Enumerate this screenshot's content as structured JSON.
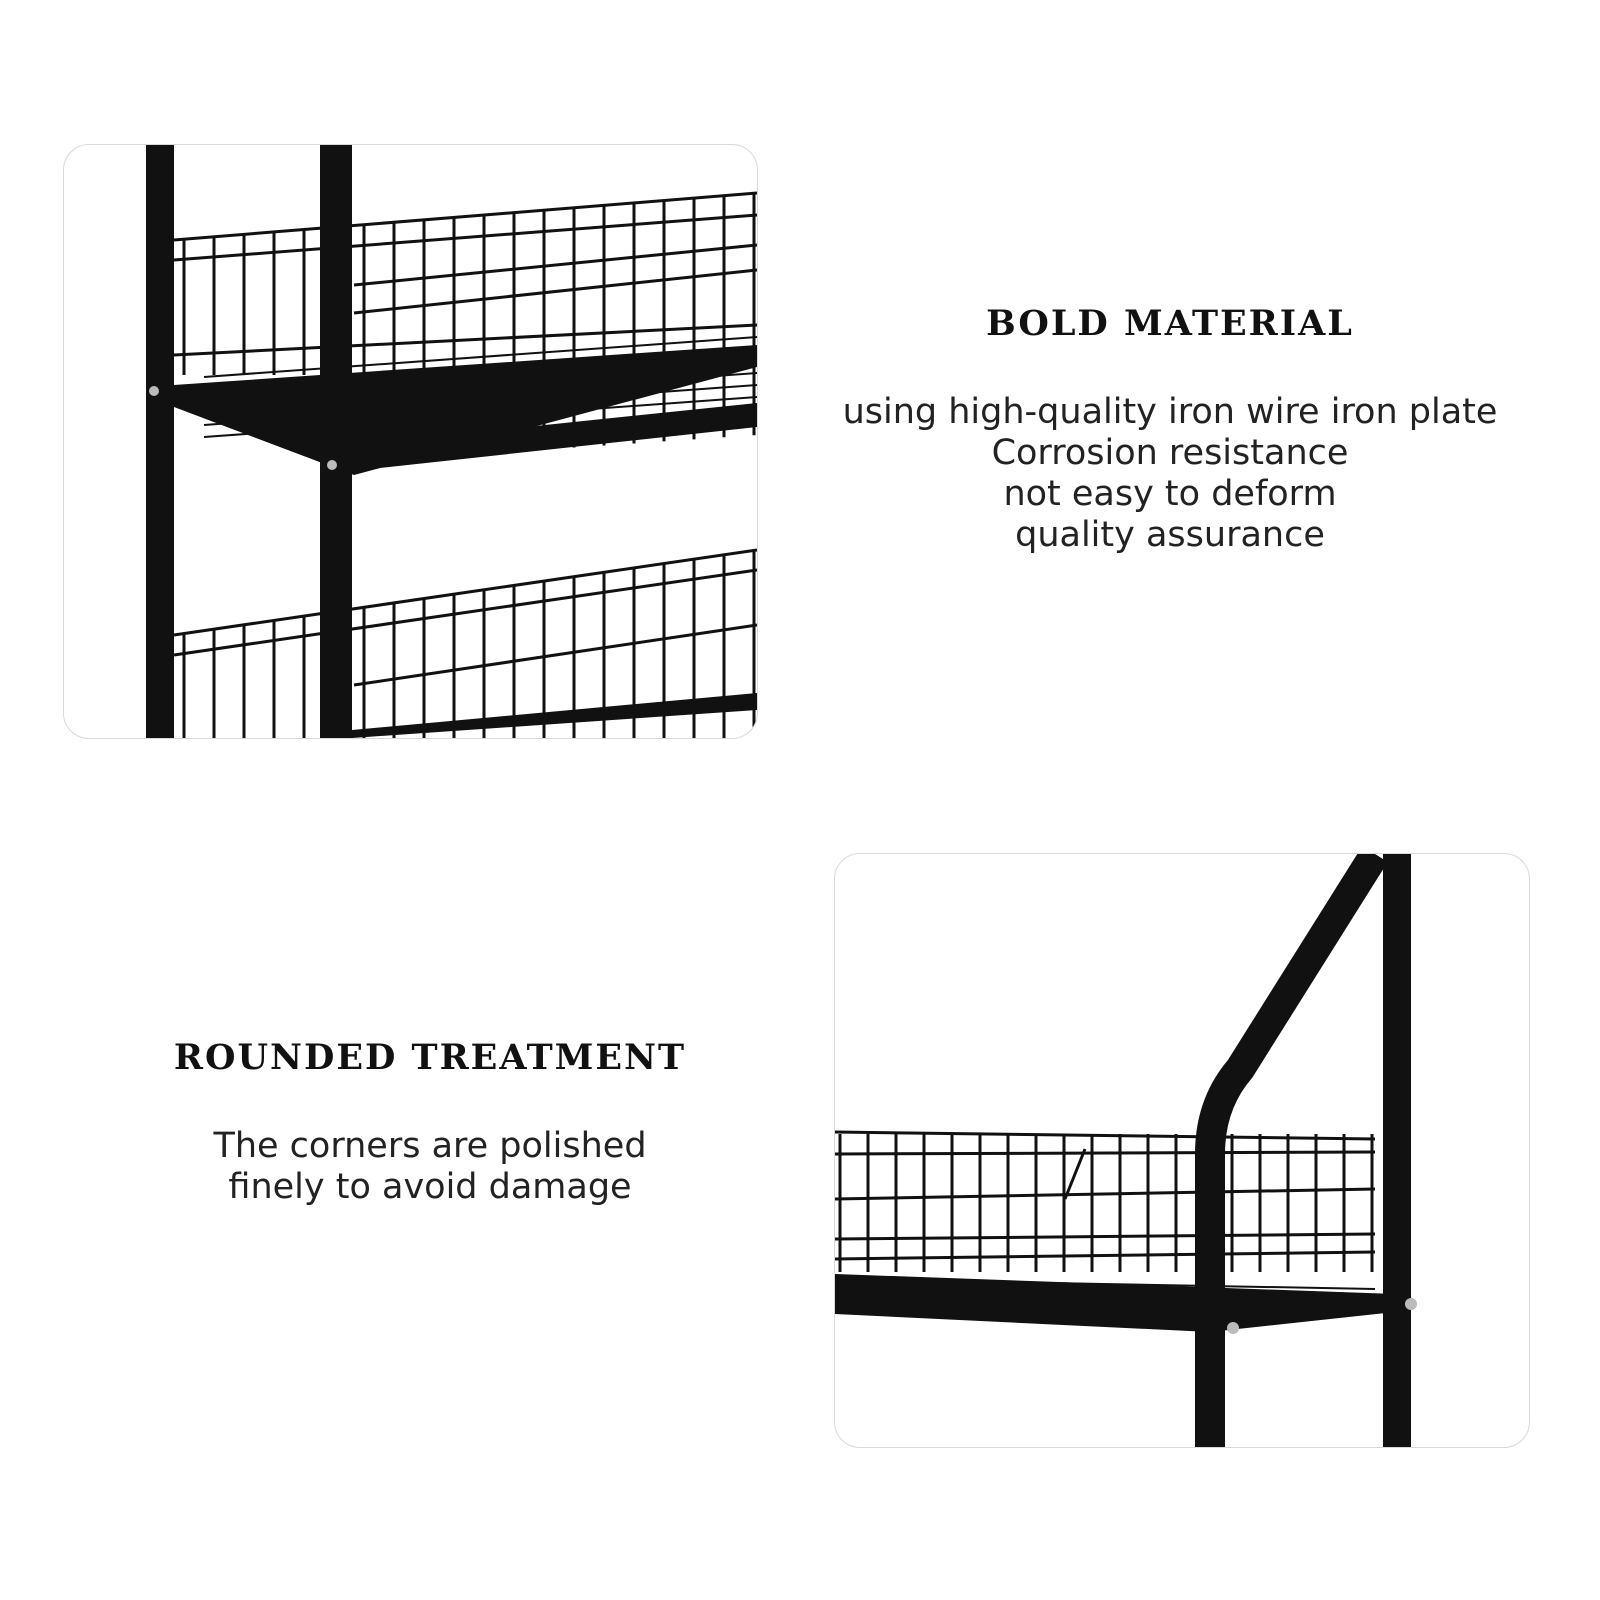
{
  "sections": [
    {
      "heading": "BOLD MATERIAL",
      "lines": [
        "using high-quality iron wire iron plate",
        "Corrosion resistance",
        "not easy to deform",
        "quality assurance"
      ]
    },
    {
      "heading": "ROUNDED TREATMENT",
      "lines": [
        "The corners are polished",
        "finely to avoid damage"
      ]
    }
  ],
  "colors": {
    "metal": "#111111",
    "background": "#ffffff",
    "border": "#d9d9d9"
  },
  "images": [
    "wire-basket-rack-closeup",
    "rounded-frame-corner-closeup"
  ]
}
